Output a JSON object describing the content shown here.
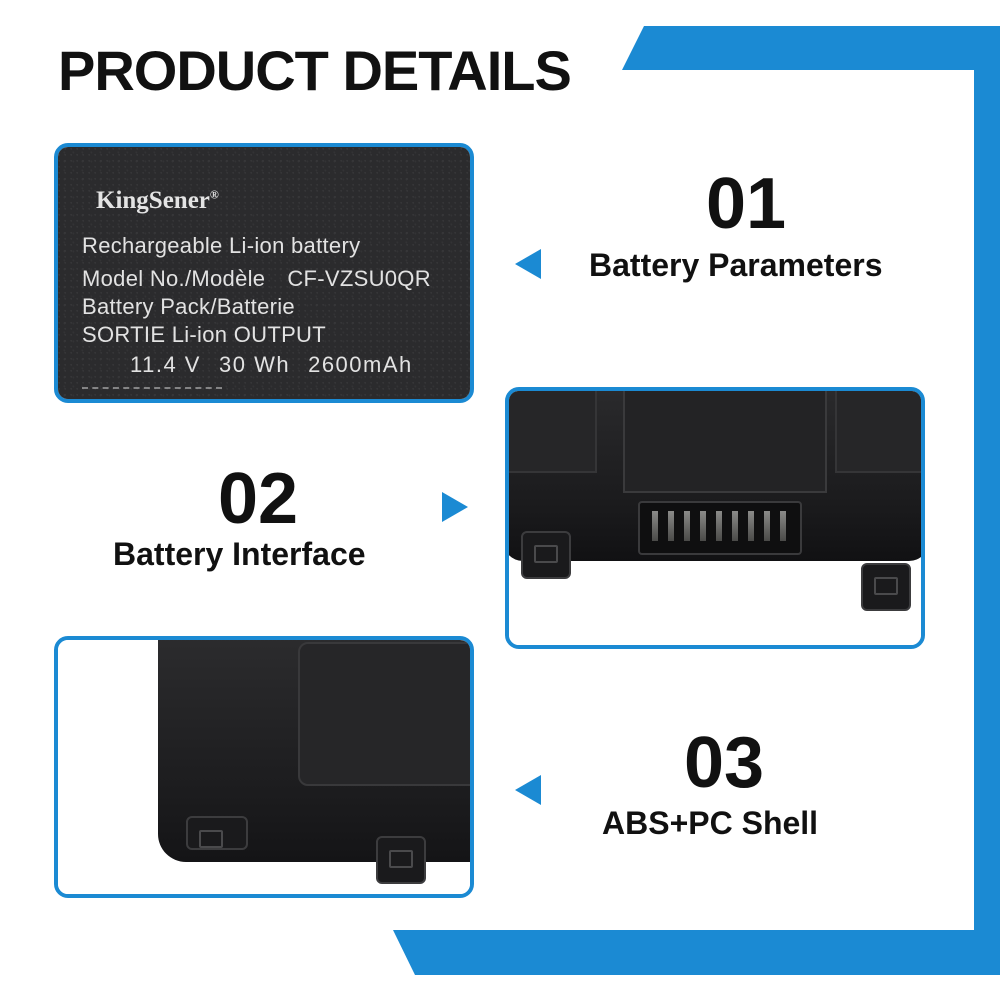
{
  "page": {
    "title": "PRODUCT DETAILS"
  },
  "colors": {
    "accent": "#1b8ad3",
    "text": "#111111"
  },
  "label": {
    "brand": "KingSener",
    "brand_mark": "®",
    "line1": "Rechargeable Li-ion battery",
    "line2_left": "Model No./Modèle",
    "line2_right": "CF-VZSU0QR",
    "line3": "Battery Pack/Batterie",
    "line4": "SORTIE Li-ion OUTPUT",
    "voltage": "11.4 V",
    "energy": "30 Wh",
    "capacity": "2600mAh"
  },
  "features": [
    {
      "number": "01",
      "caption": "Battery Parameters",
      "arrow": "left-arrow-icon"
    },
    {
      "number": "02",
      "caption": "Battery Interface",
      "arrow": "right-arrow-icon"
    },
    {
      "number": "03",
      "caption": "ABS+PC Shell",
      "arrow": "left-arrow-icon"
    }
  ]
}
